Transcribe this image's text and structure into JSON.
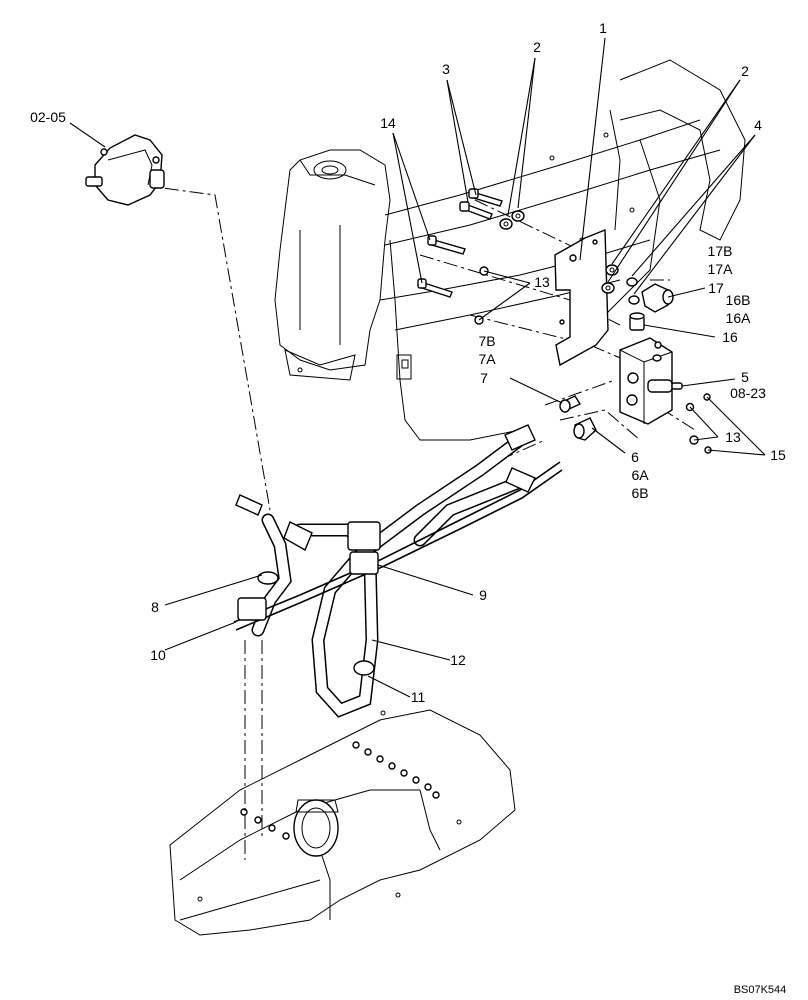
{
  "drawing_id": "BS07K544",
  "callouts": [
    {
      "id": "c-1",
      "text": "1"
    },
    {
      "id": "c-2a",
      "text": "2"
    },
    {
      "id": "c-2b",
      "text": "2"
    },
    {
      "id": "c-3",
      "text": "3"
    },
    {
      "id": "c-4",
      "text": "4"
    },
    {
      "id": "c-14",
      "text": "14"
    },
    {
      "id": "c-13a",
      "text": "13"
    },
    {
      "id": "c-13b",
      "text": "13"
    },
    {
      "id": "c-17b",
      "text": "17B"
    },
    {
      "id": "c-17a",
      "text": "17A"
    },
    {
      "id": "c-17",
      "text": "17"
    },
    {
      "id": "c-16b",
      "text": "16B"
    },
    {
      "id": "c-16a",
      "text": "16A"
    },
    {
      "id": "c-16",
      "text": "16"
    },
    {
      "id": "c-7b",
      "text": "7B"
    },
    {
      "id": "c-7a",
      "text": "7A"
    },
    {
      "id": "c-7",
      "text": "7"
    },
    {
      "id": "c-5",
      "text": "5"
    },
    {
      "id": "c-0823",
      "text": "08-23"
    },
    {
      "id": "c-15",
      "text": "15"
    },
    {
      "id": "c-6",
      "text": "6"
    },
    {
      "id": "c-6a",
      "text": "6A"
    },
    {
      "id": "c-6b",
      "text": "6B"
    },
    {
      "id": "c-0205",
      "text": "02-05"
    },
    {
      "id": "c-8",
      "text": "8"
    },
    {
      "id": "c-9",
      "text": "9"
    },
    {
      "id": "c-10",
      "text": "10"
    },
    {
      "id": "c-12",
      "text": "12"
    },
    {
      "id": "c-11",
      "text": "11"
    }
  ]
}
